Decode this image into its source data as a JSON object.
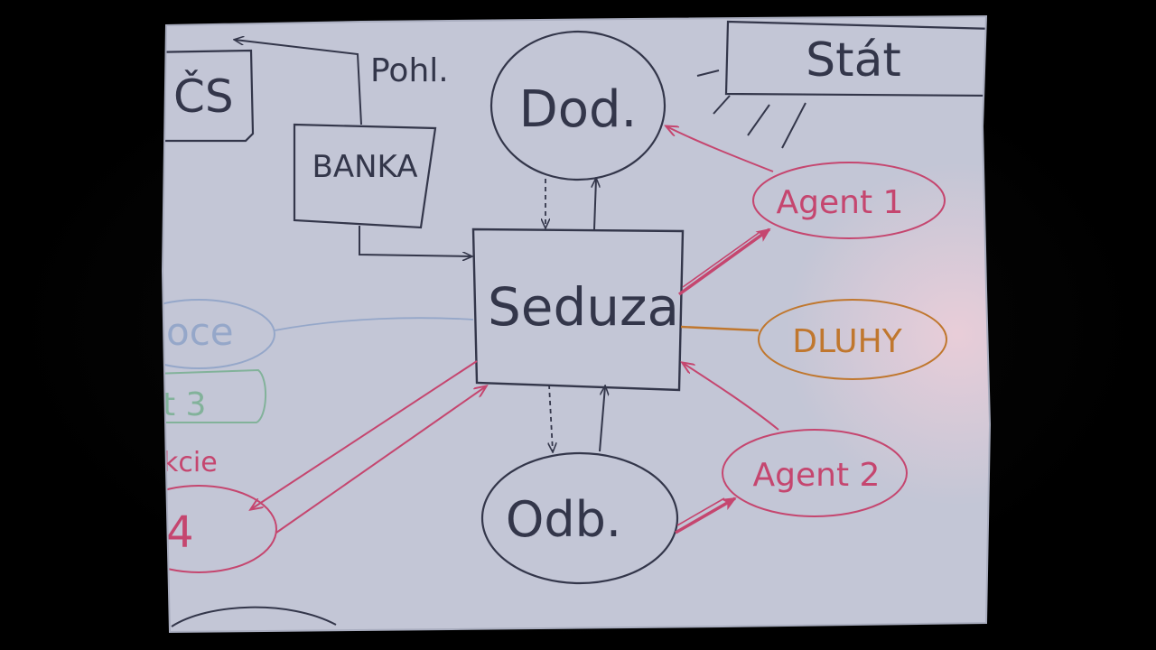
{
  "nodes": {
    "ces_fragment": "ČS",
    "banka": "BANKA",
    "pohl": "Pohl.",
    "dod": "Dod.",
    "stat": "Stát",
    "agent1": "Agent 1",
    "seduza": "Seduza",
    "dluhy": "DLUHY",
    "agent2": "Agent 2",
    "odb": "Odb.",
    "left_ellipse_fragment": "oce",
    "left_agent_fragment": "t 3",
    "left_akcie_fragment": "kcie",
    "left_bottom_fragment": "4"
  },
  "colors": {
    "paper": "#c3c6d6",
    "ink": "#33364a",
    "pink": "#c5466f",
    "orange": "#c0772e",
    "faded_blue": "#95a7c9",
    "faded_green": "#82b29a",
    "frame": "#000000"
  }
}
